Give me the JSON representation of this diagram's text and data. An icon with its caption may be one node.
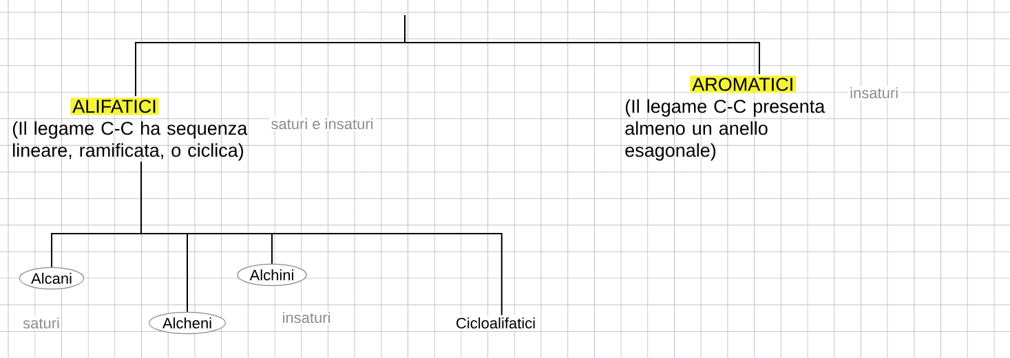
{
  "diagram": {
    "nodes": [
      {
        "text": [
          "ALIFATICI",
          "(Il legame C-C ha sequenza lineare, ramificata, o ciclica)"
        ]
      },
      {
        "text": [
          "AROMATICI",
          "(Il legame C-C presenta almeno un anello esagonale)"
        ],
        "beside": [
          "insaturi"
        ]
      },
      {
        "text": [
          "Alcani"
        ]
      },
      {
        "text": [
          "Alcheni"
        ]
      },
      {
        "text": [
          "Alchini"
        ]
      },
      {
        "text": [
          "Cicloalifatici"
        ]
      }
    ],
    "edges": [
      {
        "from": null,
        "to": 0,
        "arrow": "none"
      },
      {
        "from": null,
        "to": 1,
        "arrow": "none"
      },
      {
        "from": 0,
        "to": 2,
        "arrow": "none"
      },
      {
        "from": 0,
        "to": 3,
        "arrow": "none"
      },
      {
        "from": 0,
        "to": 4,
        "arrow": "none"
      },
      {
        "from": 0,
        "to": 5,
        "arrow": "none"
      }
    ],
    "labels": [
      "saturi e insaturi",
      "saturi",
      "insaturi"
    ]
  }
}
